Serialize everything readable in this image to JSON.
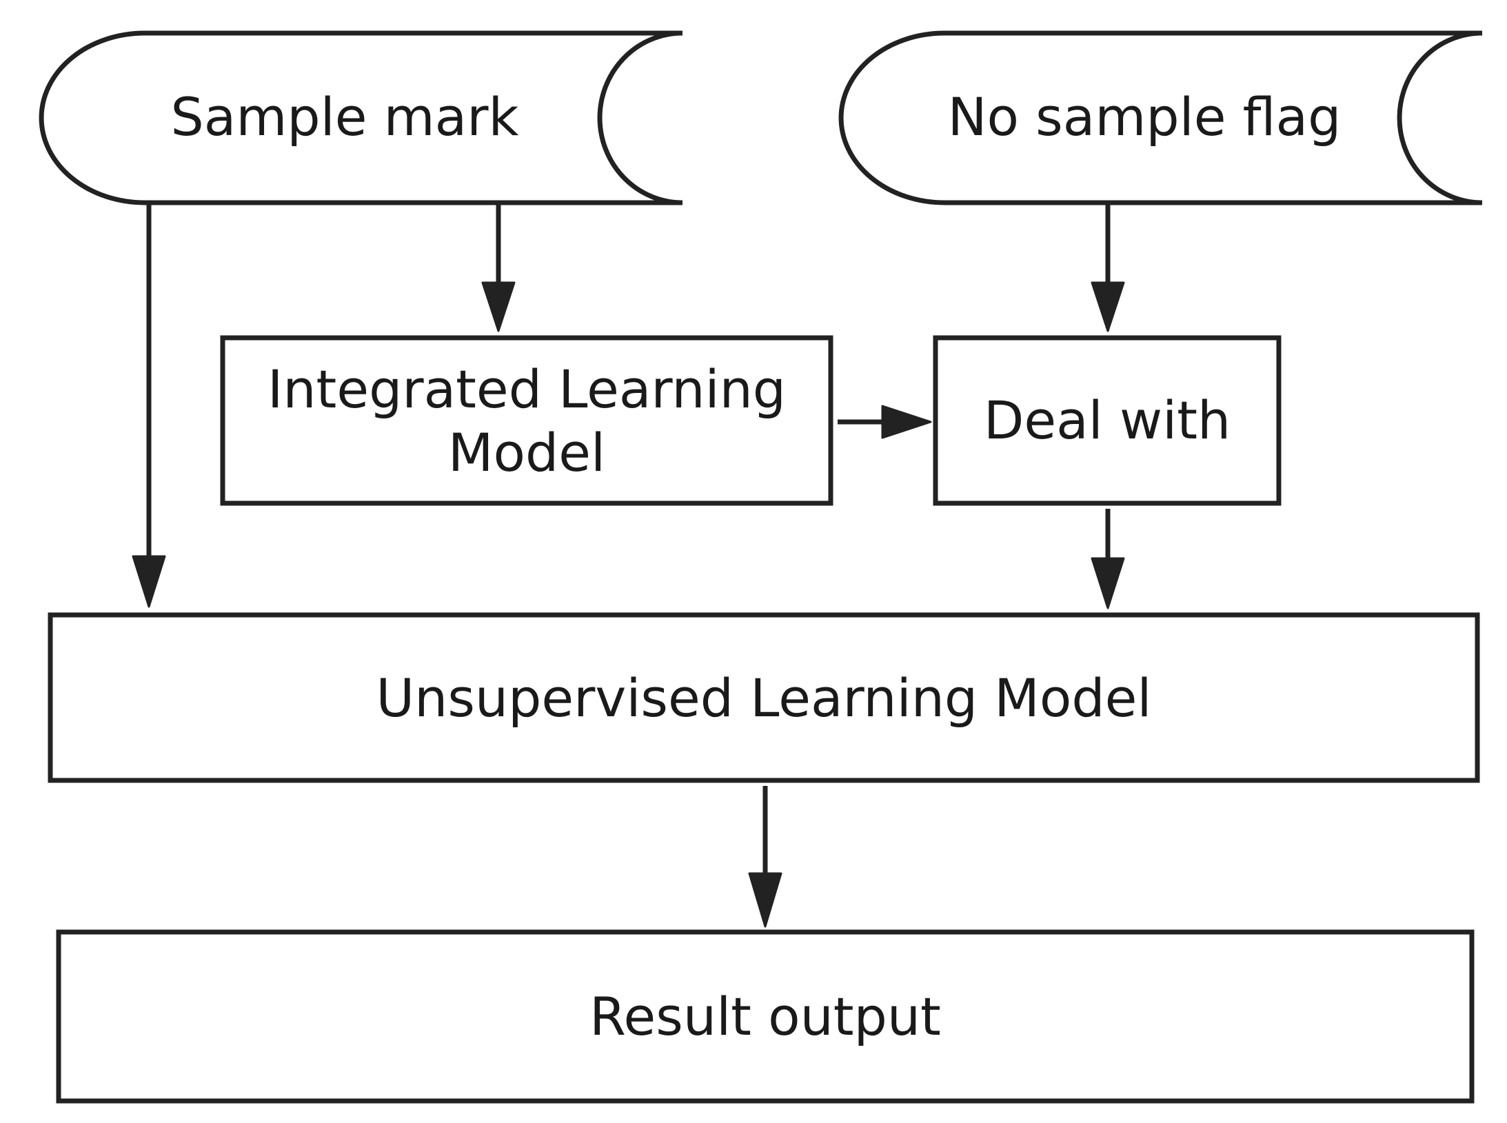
{
  "nodes": {
    "sample_mark": "Sample mark",
    "no_sample_flag": "No sample flag",
    "integrated_line1": "Integrated Learning",
    "integrated_line2": "Model",
    "deal_with": "Deal with",
    "unsupervised": "Unsupervised Learning Model",
    "result_output": "Result output"
  },
  "edges": [
    {
      "from": "Sample mark",
      "to": "Integrated Learning Model"
    },
    {
      "from": "Sample mark",
      "to": "Unsupervised Learning Model"
    },
    {
      "from": "No sample flag",
      "to": "Deal with"
    },
    {
      "from": "Integrated Learning Model",
      "to": "Deal with"
    },
    {
      "from": "Deal with",
      "to": "Unsupervised Learning Model"
    },
    {
      "from": "Unsupervised Learning Model",
      "to": "Result output"
    }
  ],
  "colors": {
    "stroke": "#222222",
    "fill": "#ffffff",
    "text": "#1a1a1a"
  }
}
